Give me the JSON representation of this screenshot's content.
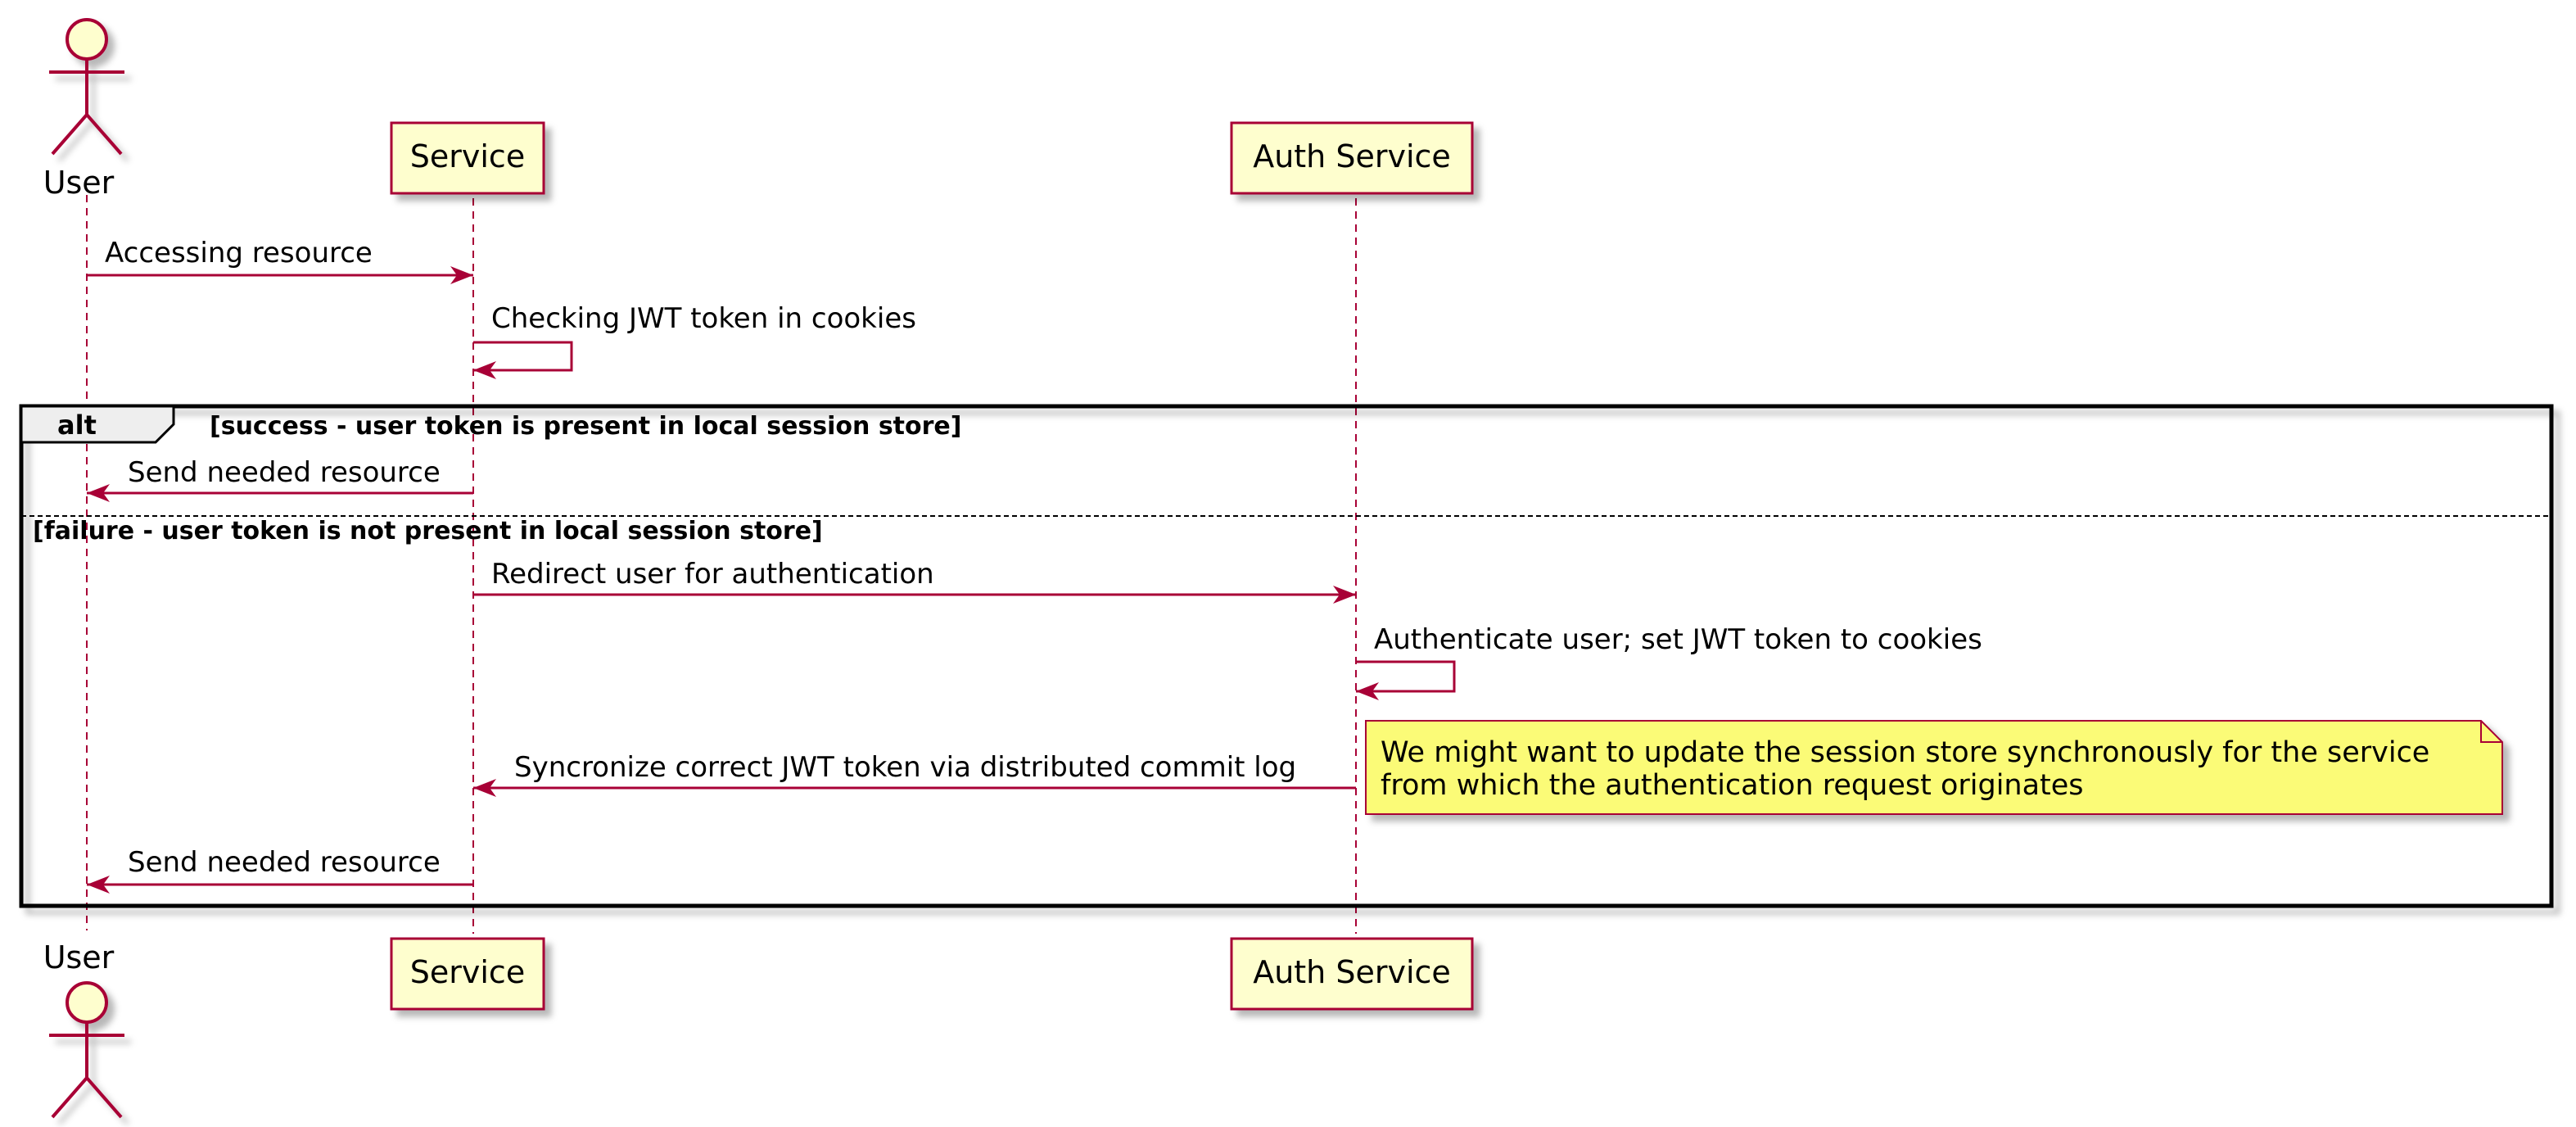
{
  "colors": {
    "arrow": "#A80036",
    "participant_fill": "#FEFECE",
    "participant_border": "#A80036",
    "note_fill": "#FBFB77",
    "frame": "#000000"
  },
  "participants": {
    "user": {
      "label": "User",
      "icon": "actor-stick-figure-icon"
    },
    "service": {
      "label": "Service"
    },
    "auth": {
      "label": "Auth Service"
    }
  },
  "messages": [
    {
      "from": "User",
      "to": "Service",
      "text": "Accessing resource"
    },
    {
      "from": "Service",
      "to": "Service",
      "text": "Checking JWT token in cookies"
    },
    {
      "from": "Service",
      "to": "User",
      "text": "Send needed resource"
    },
    {
      "from": "Service",
      "to": "Auth Service",
      "text": "Redirect user for authentication"
    },
    {
      "from": "Auth Service",
      "to": "Auth Service",
      "text": "Authenticate user; set JWT token to cookies"
    },
    {
      "from": "Auth Service",
      "to": "Service",
      "text": "Syncronize correct JWT token via distributed commit log"
    },
    {
      "from": "Service",
      "to": "User",
      "text": "Send needed resource"
    }
  ],
  "alt": {
    "keyword": "alt",
    "success_guard": "[success - user token is present in local session store]",
    "failure_guard": "[failure - user token is not present in local session store]"
  },
  "note": {
    "line1": "We might want to update the session store synchronously for the service",
    "line2": "from which the authentication request originates"
  }
}
